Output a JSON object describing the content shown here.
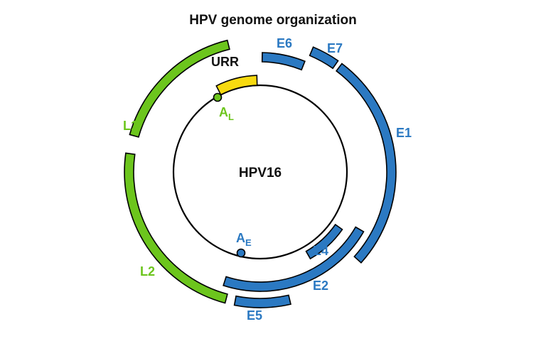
{
  "title": "HPV genome organization",
  "center_label": "HPV16",
  "colors": {
    "early": "#2b79c2",
    "late": "#6cc51d",
    "urr": "#f7da10",
    "outline": "#000000"
  },
  "genes": {
    "urr": {
      "label": "URR"
    },
    "e6": {
      "label": "E6"
    },
    "e7": {
      "label": "E7"
    },
    "e1": {
      "label": "E1"
    },
    "e4": {
      "label": "E4"
    },
    "e2": {
      "label": "E2"
    },
    "e5": {
      "label": "E5"
    },
    "l2": {
      "label": "L2"
    },
    "l1": {
      "label": "L1"
    }
  },
  "sites": {
    "late_polya": {
      "main": "A",
      "sub": "L"
    },
    "early_polya": {
      "main": "A",
      "sub": "E"
    }
  }
}
